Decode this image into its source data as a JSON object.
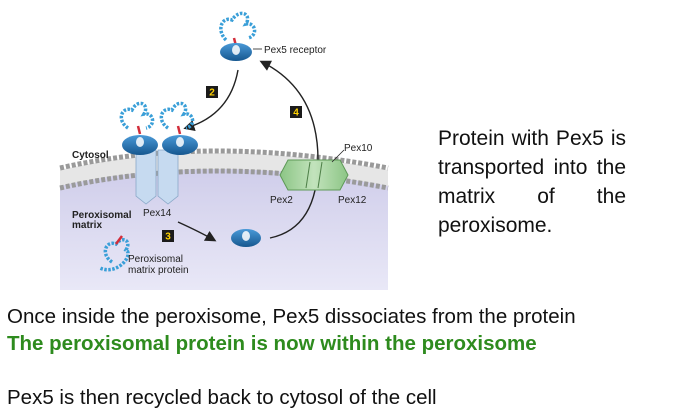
{
  "diagram": {
    "labels": {
      "pex5_receptor": "Pex5 receptor",
      "step2": "2",
      "step3": "3",
      "step4": "4",
      "cytosol": "Cytosol",
      "peroxisomal_matrix_1": "Peroxisomal",
      "peroxisomal_matrix_2": "matrix",
      "pex14": "Pex14",
      "pex10": "Pex10",
      "pex2": "Pex2",
      "pex12": "Pex12",
      "matrix_protein_1": "Peroxisomal",
      "matrix_protein_2": "matrix protein"
    },
    "colors": {
      "receptor": "#2a7fc4",
      "receptor_dark": "#16578f",
      "protein_chain": "#3a9fd8",
      "signal": "#d22d3a",
      "membrane_head": "#c9c9c9",
      "matrix_fill": "#d6d5ee",
      "pex14_channel": "#c6daf0",
      "pex_complex": "#a8d2a0",
      "step_box": "#1b1b1b",
      "step_text": "#ffd200"
    }
  },
  "side_text": "Protein with Pex5 is transported into the matrix of the peroxisome.",
  "body_lines": {
    "line1": "Once inside the peroxisome, Pex5 dissociates from the protein",
    "line2": "The peroxisomal protein is now within the peroxisome",
    "line3": "Pex5 is then recycled back to cytosol of the cell"
  }
}
